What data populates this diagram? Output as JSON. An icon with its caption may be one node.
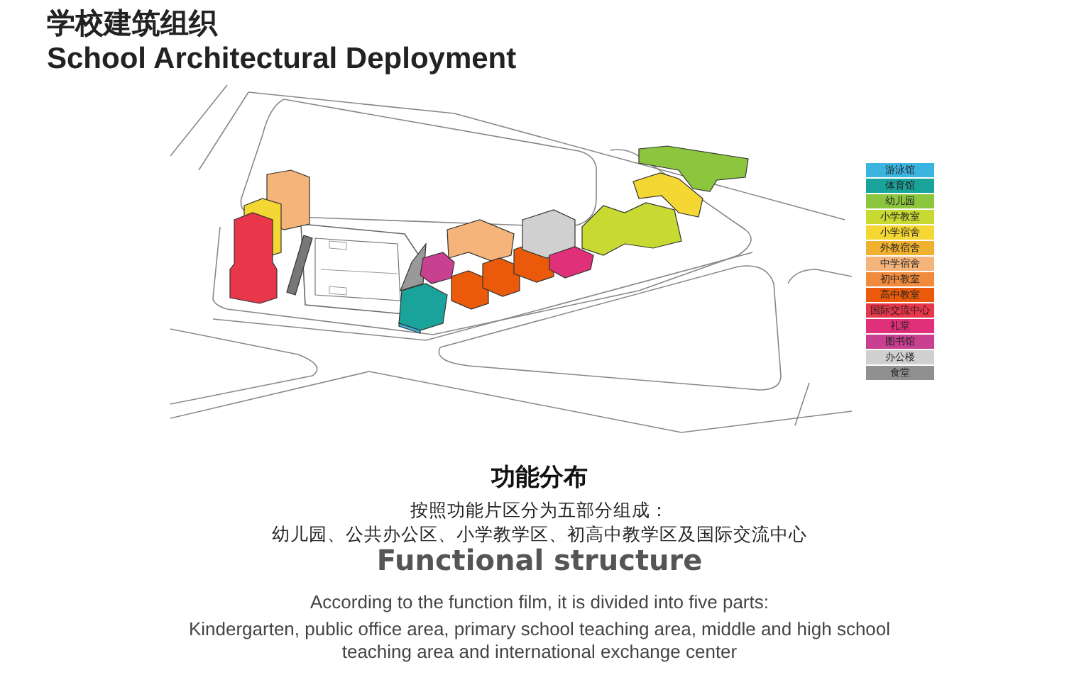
{
  "diagram": {
    "title": "学校建筑组织",
    "labels": [
      "School Architectural Deployment",
      "功能分布",
      "按照功能片区分为五部分组成：",
      "幼儿园、公共办公区、小学教学区、初高中教学区及国际交流中心",
      "Functional structure",
      "According to the function film, it is divided into five parts:",
      "Kindergarten, public office area, primary school teaching area, middle and high school teaching area and international exchange center"
    ],
    "legend": [
      {
        "text": "游泳馆",
        "color": "#3cb4e0"
      },
      {
        "text": "体育馆",
        "color": "#1aa39a"
      },
      {
        "text": "幼儿园",
        "color": "#8cc63f"
      },
      {
        "text": "小学教室",
        "color": "#c8d932"
      },
      {
        "text": "小学宿舍",
        "color": "#f5d733"
      },
      {
        "text": "外教宿舍",
        "color": "#f0b030"
      },
      {
        "text": "中学宿舍",
        "color": "#f5b47a"
      },
      {
        "text": "初中教室",
        "color": "#f08a3c"
      },
      {
        "text": "高中教室",
        "color": "#ea5a0a"
      },
      {
        "text": "国际交流中心",
        "color": "#e8364a"
      },
      {
        "text": "礼堂",
        "color": "#e0307a"
      },
      {
        "text": "图书馆",
        "color": "#c84090"
      },
      {
        "text": "办公楼",
        "color": "#d0d0d0"
      },
      {
        "text": "食堂",
        "color": "#909090"
      }
    ]
  }
}
